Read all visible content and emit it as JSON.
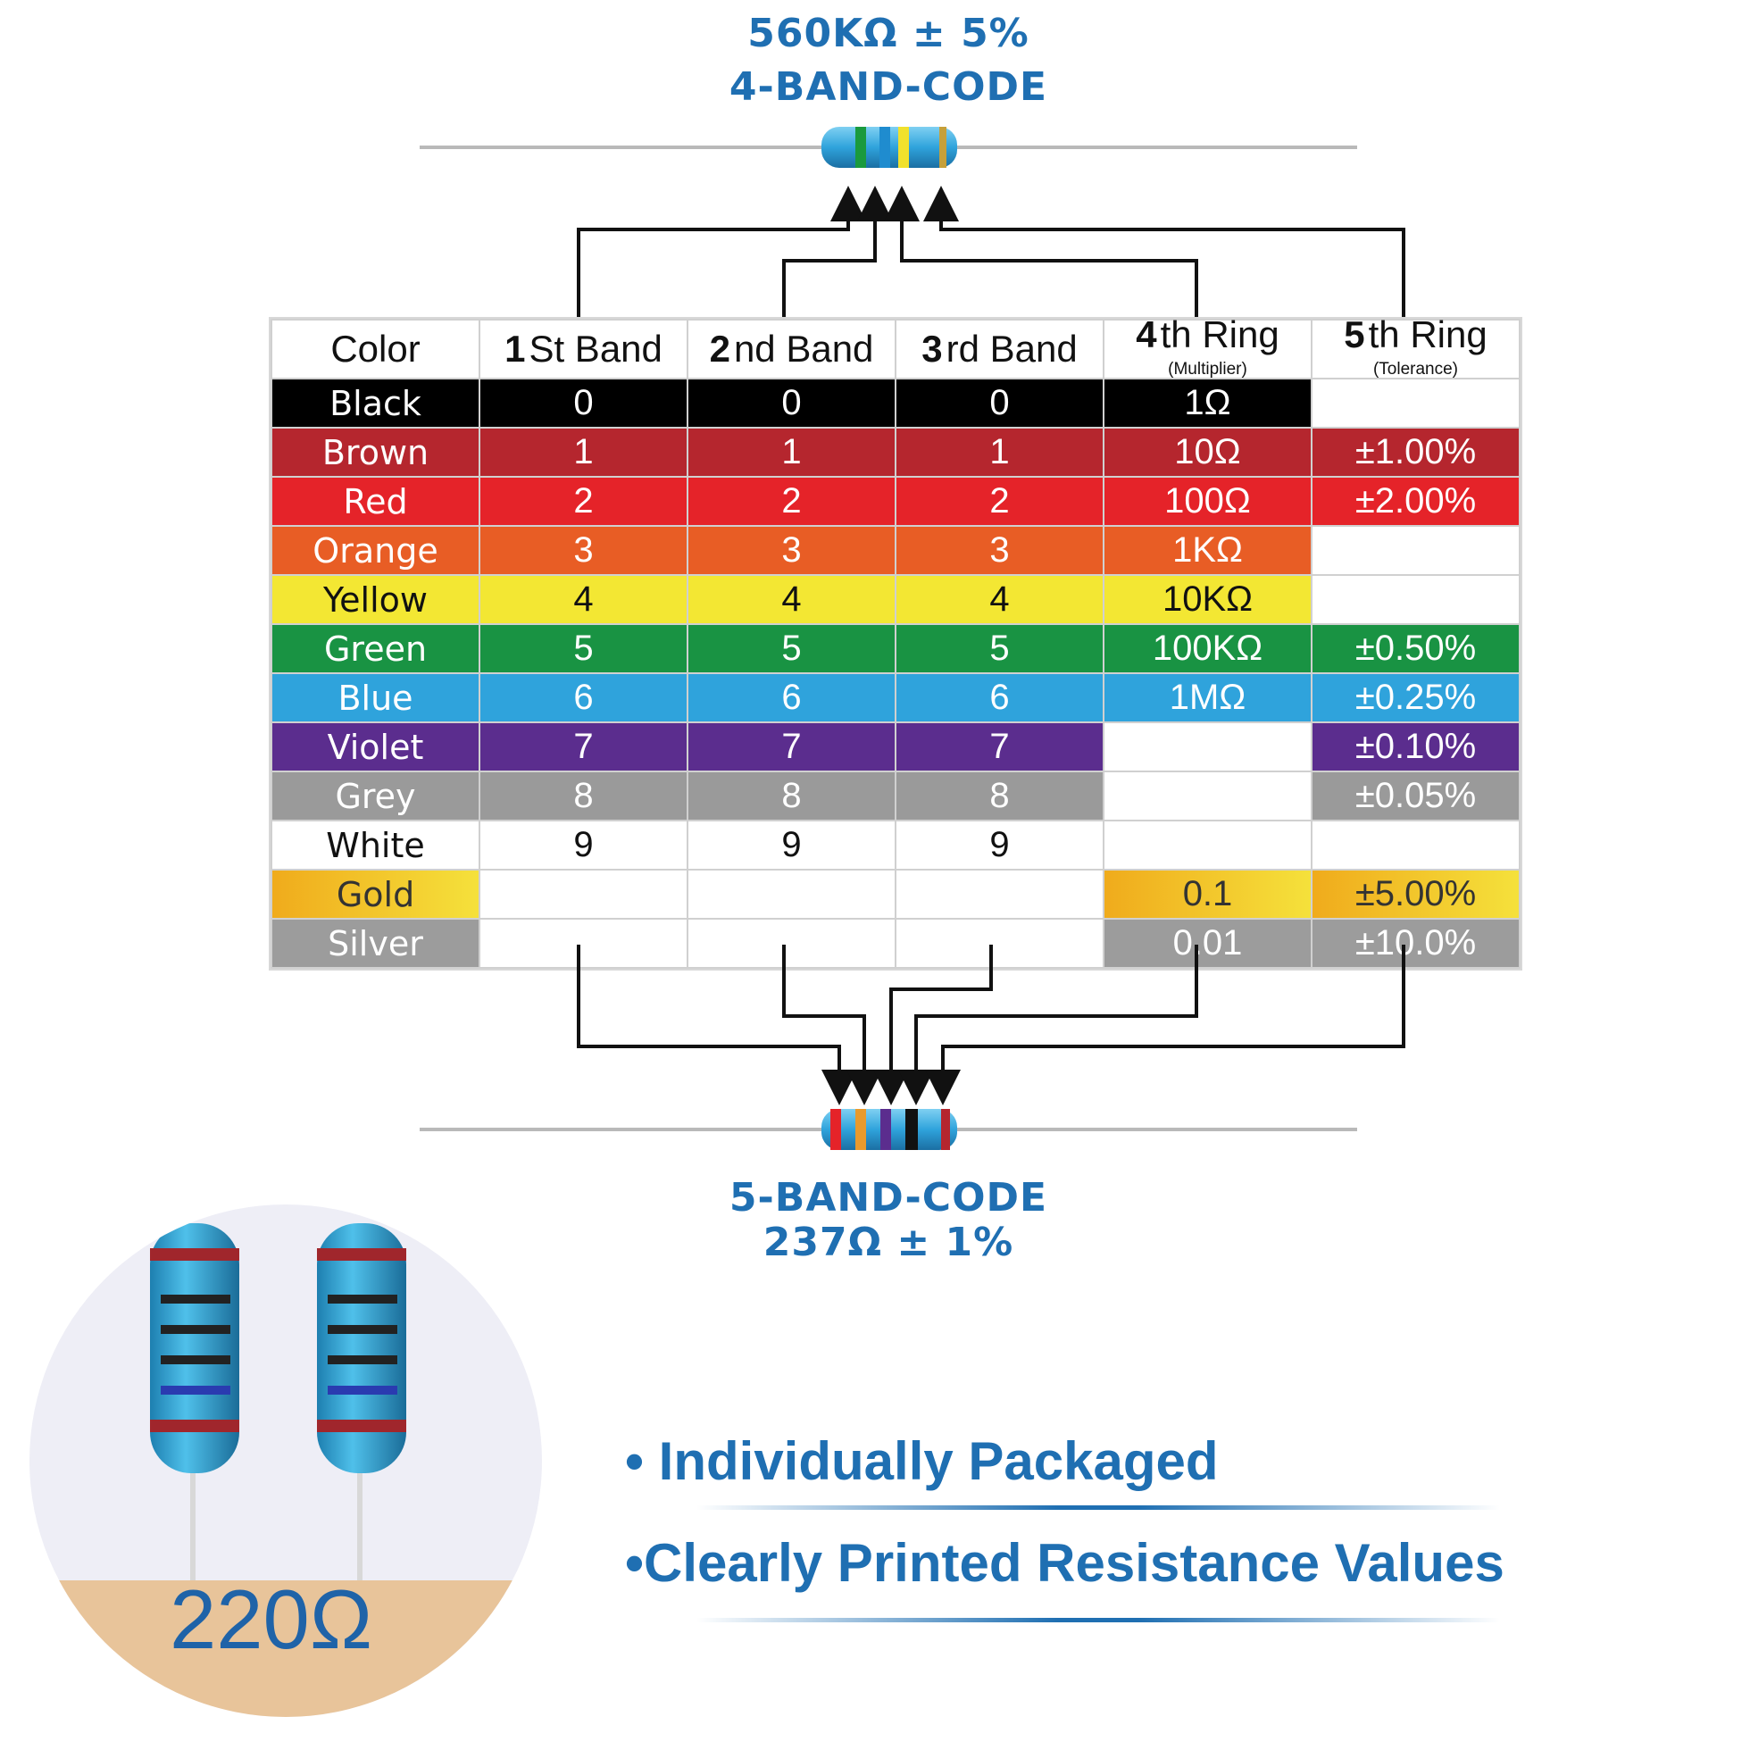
{
  "top": {
    "value": "560KΩ ± 5%",
    "code": "4-BAND-CODE"
  },
  "bottom": {
    "code": "5-BAND-CODE",
    "value": "237Ω ± 1%"
  },
  "table": {
    "headers": [
      {
        "num": "",
        "text": "Color",
        "sub": ""
      },
      {
        "num": "1",
        "text": "St Band",
        "sub": ""
      },
      {
        "num": "2",
        "text": "nd Band",
        "sub": ""
      },
      {
        "num": "3",
        "text": "rd Band",
        "sub": ""
      },
      {
        "num": "4",
        "text": "th Ring",
        "sub": "(Multiplier)"
      },
      {
        "num": "5",
        "text": "th Ring",
        "sub": "(Tolerance)"
      }
    ],
    "rows": [
      {
        "color": "Black",
        "bg": "#000000",
        "fg": "#ffffff",
        "d1": "0",
        "d2": "0",
        "d3": "0",
        "mult": "1Ω",
        "tol": ""
      },
      {
        "color": "Brown",
        "bg": "#b5262e",
        "fg": "#ffffff",
        "d1": "1",
        "d2": "1",
        "d3": "1",
        "mult": "10Ω",
        "tol": "±1.00%"
      },
      {
        "color": "Red",
        "bg": "#e52329",
        "fg": "#ffffff",
        "d1": "2",
        "d2": "2",
        "d3": "2",
        "mult": "100Ω",
        "tol": "±2.00%"
      },
      {
        "color": "Orange",
        "bg": "#e85d25",
        "fg": "#ffffff",
        "d1": "3",
        "d2": "3",
        "d3": "3",
        "mult": "1KΩ",
        "tol": ""
      },
      {
        "color": "Yellow",
        "bg": "#f3e733",
        "fg": "#111111",
        "d1": "4",
        "d2": "4",
        "d3": "4",
        "mult": "10KΩ",
        "tol": ""
      },
      {
        "color": "Green",
        "bg": "#199343",
        "fg": "#ffffff",
        "d1": "5",
        "d2": "5",
        "d3": "5",
        "mult": "100KΩ",
        "tol": "±0.50%"
      },
      {
        "color": "Blue",
        "bg": "#2fa3dc",
        "fg": "#ffffff",
        "d1": "6",
        "d2": "6",
        "d3": "6",
        "mult": "1MΩ",
        "tol": "±0.25%"
      },
      {
        "color": "Violet",
        "bg": "#5b2d8e",
        "fg": "#ffffff",
        "d1": "7",
        "d2": "7",
        "d3": "7",
        "mult": "",
        "tol": "±0.10%"
      },
      {
        "color": "Grey",
        "bg": "#9a9a9a",
        "fg": "#ffffff",
        "d1": "8",
        "d2": "8",
        "d3": "8",
        "mult": "",
        "tol": "±0.05%"
      },
      {
        "color": "White",
        "bg": "#ffffff",
        "fg": "#111111",
        "d1": "9",
        "d2": "9",
        "d3": "9",
        "mult": "",
        "tol": ""
      },
      {
        "color": "Gold",
        "bg": "#f0c12a",
        "fg": "#333333",
        "d1": "",
        "d2": "",
        "d3": "",
        "mult": "0.1",
        "tol": "±5.00%"
      },
      {
        "color": "Silver",
        "bg": "#9c9c9c",
        "fg": "#ffffff",
        "d1": "",
        "d2": "",
        "d3": "",
        "mult": "0.01",
        "tol": "±10.0%"
      }
    ]
  },
  "features": [
    "• Individually Packaged",
    "•Clearly Printed Resistance Values"
  ],
  "photo": {
    "label": "220Ω"
  }
}
